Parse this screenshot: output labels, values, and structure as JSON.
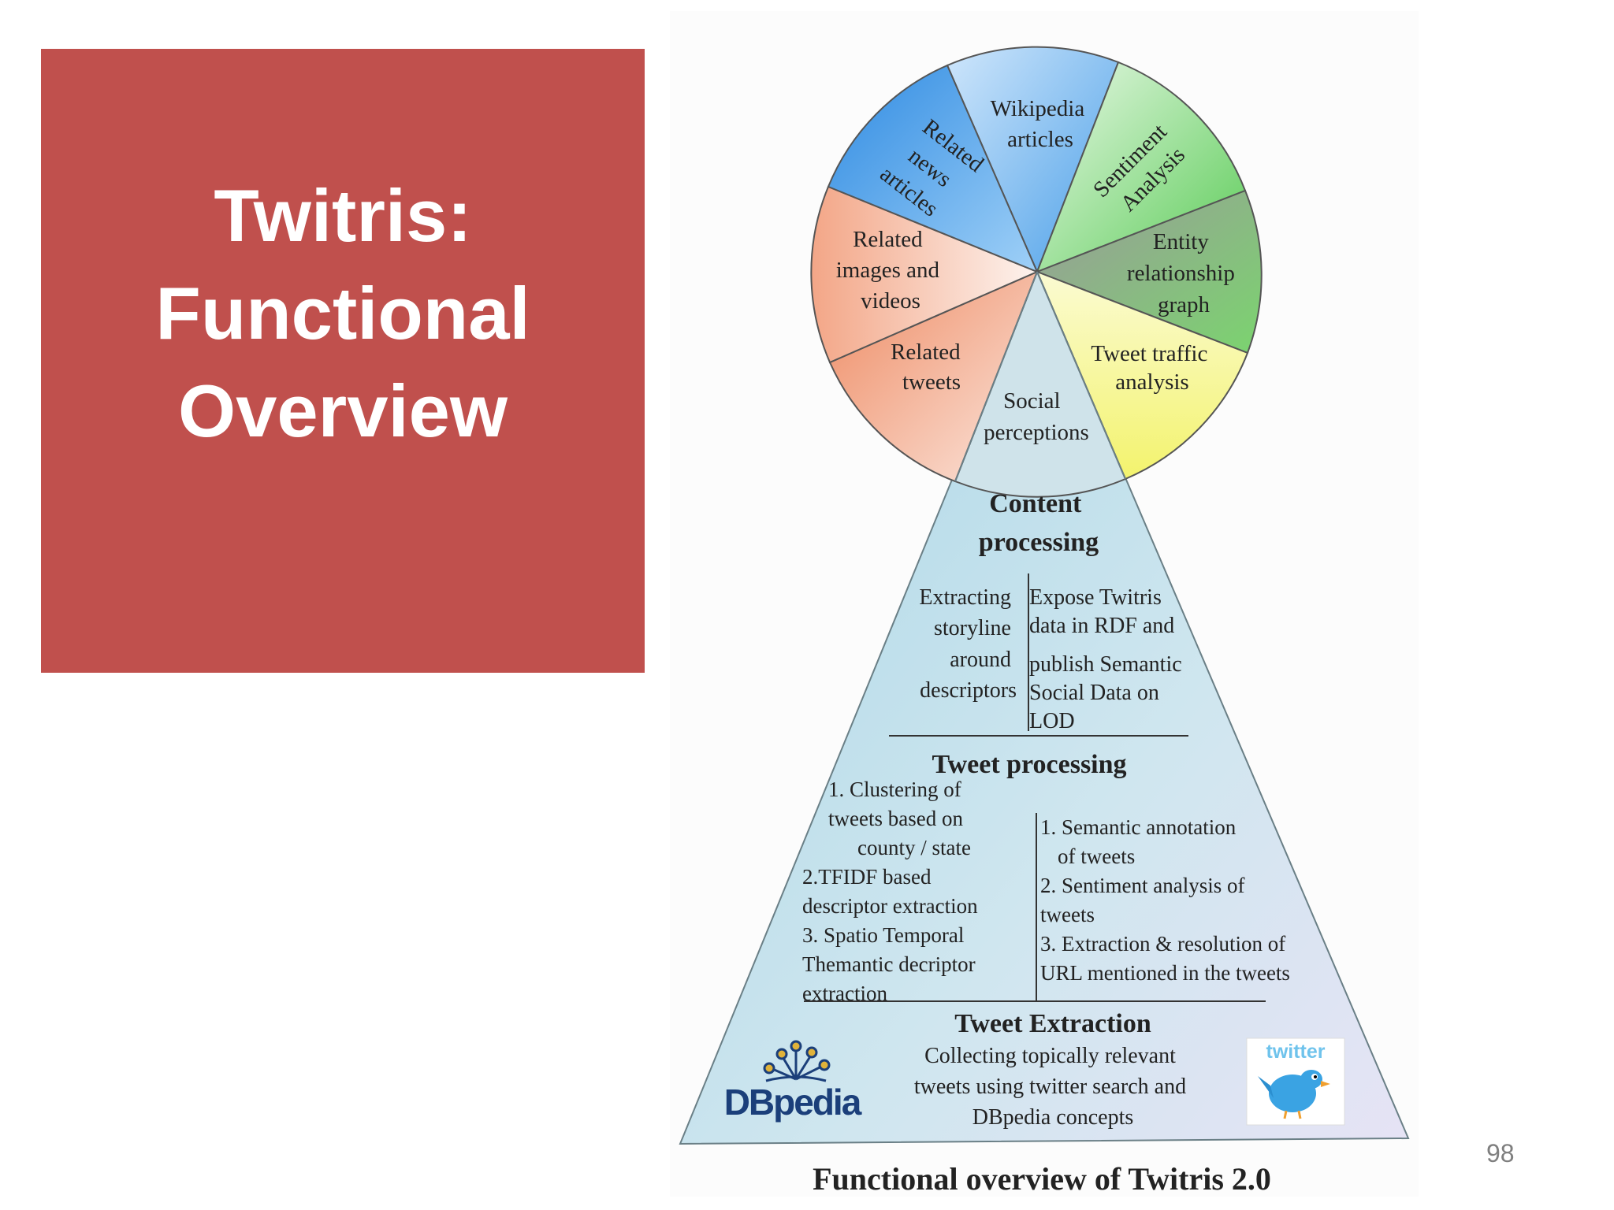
{
  "slide": {
    "title_lines": [
      "Twitris:",
      "Functional",
      "Overview"
    ],
    "page_number": "98",
    "accent_color": "#c0504d"
  },
  "diagram": {
    "pie_segments": [
      {
        "label_lines": [
          "Wikipedia",
          "articles"
        ],
        "color": "#5aa9ec"
      },
      {
        "label_lines": [
          "Sentiment",
          "Analysis"
        ],
        "color": "#7fd67a"
      },
      {
        "label_lines": [
          "Entity",
          "relationship",
          "graph"
        ],
        "color": "#9fbf96"
      },
      {
        "label_lines": [
          "Tweet traffic",
          "analysis"
        ],
        "color": "#f2f280"
      },
      {
        "label_lines": [
          "Related",
          "tweets"
        ],
        "color": "#f0a07a"
      },
      {
        "label_lines": [
          "Related",
          "images and",
          "videos"
        ],
        "color": "#f5c9b5"
      },
      {
        "label_lines": [
          "Related",
          "news",
          "articles"
        ],
        "color": "#3f97e6"
      }
    ],
    "social_perceptions_lines": [
      "Social",
      "perceptions"
    ],
    "content_processing": {
      "heading_lines": [
        "Content",
        "processing"
      ],
      "left_lines": [
        "Extracting",
        "storyline",
        "around",
        "descriptors"
      ],
      "right_lines": [
        "Expose Twitris",
        "data in RDF and",
        "publish Semantic",
        "Social Data on",
        "LOD"
      ]
    },
    "tweet_processing": {
      "heading": "Tweet processing",
      "left_lines": [
        "1. Clustering of",
        "tweets based on",
        "county / state",
        "2.TFIDF based",
        "descriptor extraction",
        "3. Spatio Temporal",
        "Themantic decriptor",
        "extraction"
      ],
      "right_lines": [
        "1. Semantic annotation",
        "of tweets",
        "2. Sentiment analysis of",
        "tweets",
        "3. Extraction & resolution of",
        "URL  mentioned in the tweets"
      ]
    },
    "tweet_extraction": {
      "heading": "Tweet Extraction",
      "lines": [
        "Collecting topically relevant",
        "tweets using twitter search and",
        "DBpedia concepts"
      ]
    },
    "logos": {
      "dbpedia": "DBpedia",
      "twitter": "twitter"
    },
    "caption": "Functional overview of Twitris 2.0"
  }
}
